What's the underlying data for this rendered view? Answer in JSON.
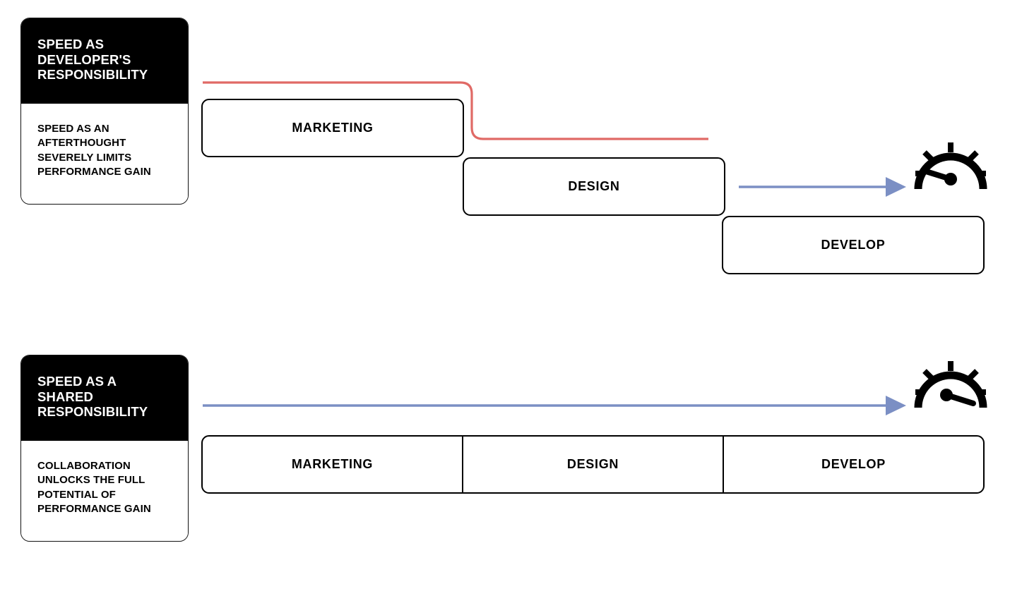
{
  "diagram": {
    "title_hidden": "",
    "colors": {
      "accent_red": "#E06A66",
      "accent_blue": "#7B8FC4",
      "outline": "#000000",
      "card_header_bg": "#000000",
      "card_body_bg": "#FFFFFF",
      "page_bg": "#FFFFFF"
    }
  },
  "rows": [
    {
      "card": {
        "title": "SPEED AS\nDEVELOPER'S\nRESPONSIBILITY",
        "body": "SPEED AS AN\nAFTERTHOUGHT\nSEVERELY LIMITS\nPERFORMANCE GAIN"
      },
      "stages": [
        {
          "label": "MARKETING"
        },
        {
          "label": "DESIGN"
        },
        {
          "label": "DEVELOP"
        }
      ],
      "layout": "staggered",
      "connectors": [
        {
          "name": "red-step-line",
          "color": "#E06A66",
          "arrowhead": false
        },
        {
          "name": "blue-arrow-short",
          "color": "#7B8FC4",
          "arrowhead": true
        }
      ],
      "gauge": {
        "name": "speedometer-icon",
        "needle": "low",
        "needle_angle_deg": -160
      }
    },
    {
      "card": {
        "title": "SPEED AS A\nSHARED\nRESPONSIBILITY",
        "body": "COLLABORATION\nUNLOCKS THE FULL\nPOTENTIAL OF\nPERFORMANCE GAIN"
      },
      "stages": [
        {
          "label": "MARKETING"
        },
        {
          "label": "DESIGN"
        },
        {
          "label": "DEVELOP"
        }
      ],
      "layout": "joined",
      "connectors": [
        {
          "name": "blue-arrow-long",
          "color": "#7B8FC4",
          "arrowhead": true
        }
      ],
      "gauge": {
        "name": "speedometer-icon",
        "needle": "high",
        "needle_angle_deg": -20
      }
    }
  ]
}
